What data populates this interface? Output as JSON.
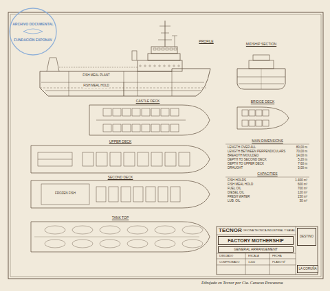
{
  "diagram": {
    "nodes": [
      {
        "text": [
          "TECNOR",
          "OFICINA TECNICA INDUSTRIAL Y NAVAL"
        ]
      },
      {
        "text": [
          "FACTORY MOTHERSHIP"
        ],
        "in": 0
      },
      {
        "text": [
          "GENERAL ARRANGEMENT"
        ],
        "in": 0
      },
      {
        "text": [
          "DESTINO"
        ],
        "in": 0
      },
      {
        "text": [
          "LA CORUÑA"
        ],
        "in": 0
      }
    ],
    "labels": [
      "ARCHIVO DOCUMENTAL",
      "FUNDACIÓN EXPONAV",
      "PROFILE",
      "MIDSHIP SECTION",
      "CASTLE DECK",
      "BRIDGE DECK",
      "UPPER DECK",
      "MAIN DIMENSIONS",
      "SECOND DECK",
      "CAPACITIES",
      "TANK TOP",
      "FISH MEAL PLANT",
      "FISH MEAL HOLD",
      "FROZEN FISH",
      "LENGTH OVER ALL",
      "LENGTH BETWEEN PERPENDICULARS",
      "BREADTH MOULDED",
      "DEPTH TO SECOND DECK",
      "DEPTH TO UPPER DECK",
      "DRAUGHT",
      "80,00 m",
      "70,00 m",
      "14,00 m",
      "5,20 m",
      "7,60 m",
      "5,00 m",
      "FISH HOLDS",
      "FISH MEAL HOLD",
      "FUEL OIL",
      "DIESEL OIL",
      "FRESH WATER",
      "LUB. OIL",
      "1.400 m³",
      "600 m³",
      "700 m³",
      "120 m³",
      "150 m³",
      "30 m³",
      "DIBUJADO",
      "COMPROBADO",
      "ESCALA",
      "1:200",
      "FECHA",
      "PLANO Nº",
      "Dibujado en Tecnor por Cia. Caracas Pescanova"
    ]
  }
}
